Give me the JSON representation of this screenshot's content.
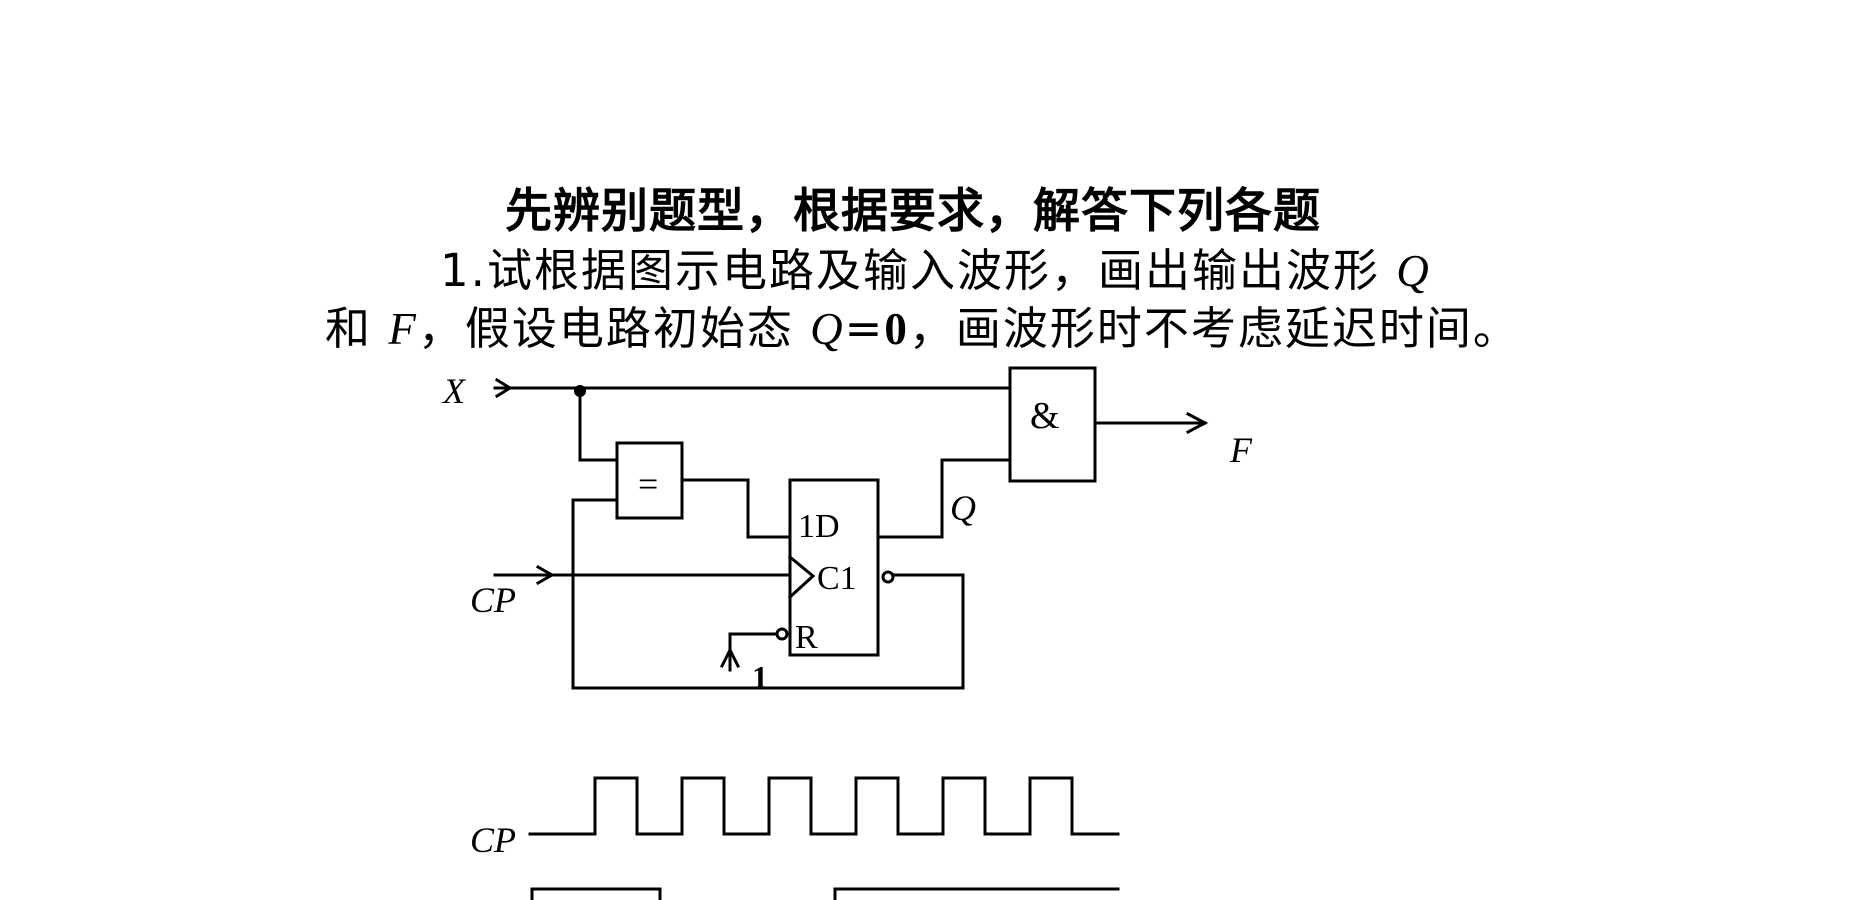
{
  "heading": "先辨别题型，根据要求，解答下列各题",
  "question": {
    "number": "1.",
    "line1_text": "试根据图示电路及输入波形，画出输出波形",
    "q_symbol": "Q",
    "line2_prefix": "和",
    "f_symbol": "F",
    "line2_middle": "，假设电路初始态",
    "q_symbol_2": "Q",
    "equals": "=",
    "initial_value": "0",
    "line2_suffix": "，画波形时不考虑延迟时间。"
  },
  "circuit": {
    "input_x_label": "X",
    "and_gate_symbol": "&",
    "output_f_label": "F",
    "xnor_gate_symbol": "=",
    "flipflop_d_label": "1D",
    "flipflop_clock_label": "C1",
    "flipflop_reset_label": "R",
    "reset_input_value": "1",
    "q_output_label": "Q",
    "cp_input_label": "CP"
  },
  "waveforms": {
    "cp_label": "CP",
    "cp_pulse_count": 6
  }
}
